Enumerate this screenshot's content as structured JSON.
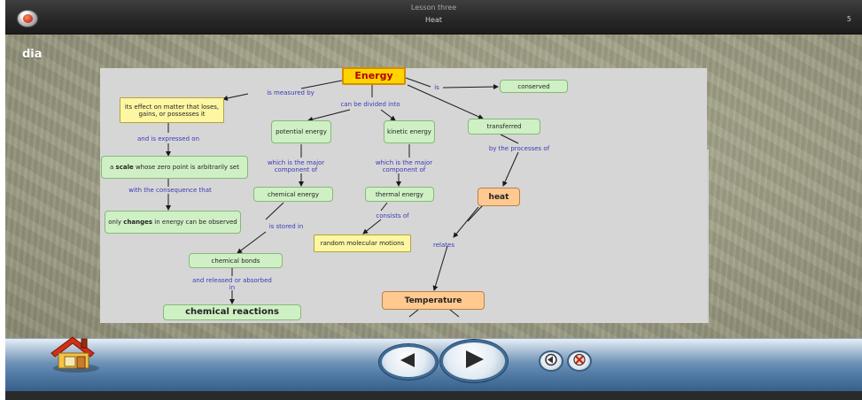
{
  "window": {
    "lesson_title": "Lesson three",
    "topic_title": "Heat",
    "page_number": "5"
  },
  "sidebar": {
    "label": "dia"
  },
  "concept_map": {
    "nodes": {
      "energy": "Energy",
      "effect": "its effect on matter that loses, gains, or possesses it",
      "conserved": "conserved",
      "potential": "potential energy",
      "kinetic": "kinetic energy",
      "transferred": "transferred",
      "scale_pre": "a ",
      "scale_bold": "scale",
      "scale_post": " whose zero point is arbitrarily set",
      "changes_pre": "only ",
      "changes_bold": "changes",
      "changes_post": " in energy can be observed",
      "chemical_energy": "chemical energy",
      "thermal_energy": "thermal energy",
      "heat": "heat",
      "random": "random molecular motions",
      "bonds": "chemical bonds",
      "reactions": "chemical reactions",
      "temperature": "Temperature"
    },
    "links": {
      "measured": "is measured by",
      "is": "is",
      "divided": "can be divided into",
      "expressed": "and is expressed on",
      "consequence": "with the consequence that",
      "major1": "which is the major component of",
      "major2": "which is the major component of",
      "processes": "by the processes of",
      "consists": "consists of",
      "stored": "is stored in",
      "relates": "relates",
      "released": "and released or absorbed in"
    }
  },
  "toolbar": {
    "home_icon": "home-icon",
    "prev_icon": "arrow-left-icon",
    "next_icon": "arrow-right-icon",
    "back_icon": "back-icon",
    "exit_icon": "exit-icon",
    "accent": "#3f6a93"
  }
}
